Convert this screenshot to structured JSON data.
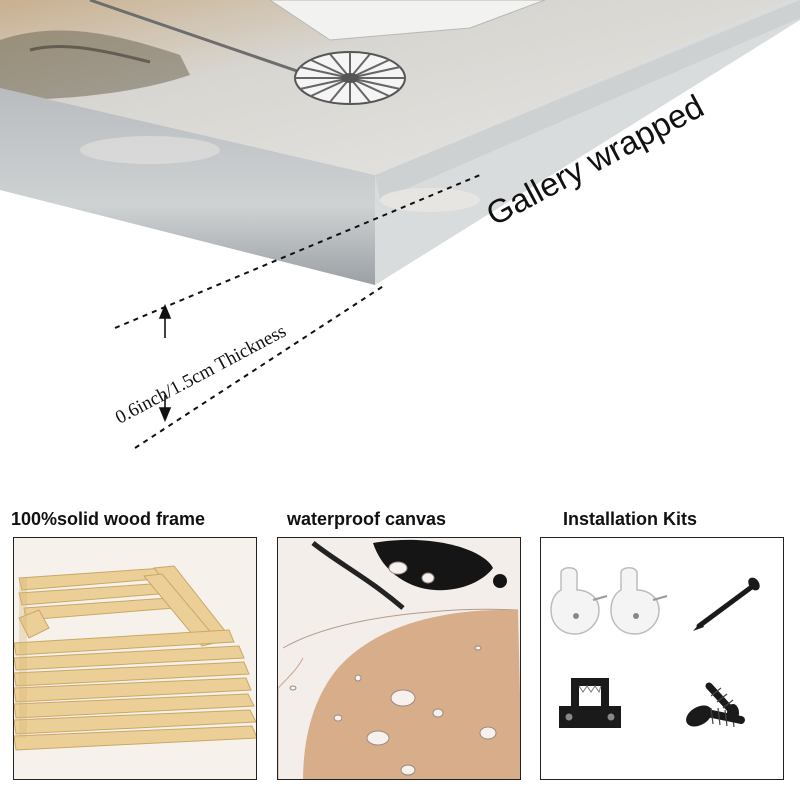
{
  "hero": {
    "gallery_label": "Gallery wrapped",
    "thickness_label": "0.6inch/1.5cm Thickness"
  },
  "features": [
    {
      "title": "100%solid wood frame",
      "icon": "wood-frame-image"
    },
    {
      "title": "waterproof canvas",
      "icon": "waterproof-canvas-image"
    },
    {
      "title": "Installation Kits",
      "icon": "installation-kits-image"
    }
  ],
  "colors": {
    "wood": "#e9cf98",
    "canvas_beige": "#d8ad8a",
    "hardware_white": "#f4f4f4",
    "hardware_black": "#1a1a1a"
  }
}
